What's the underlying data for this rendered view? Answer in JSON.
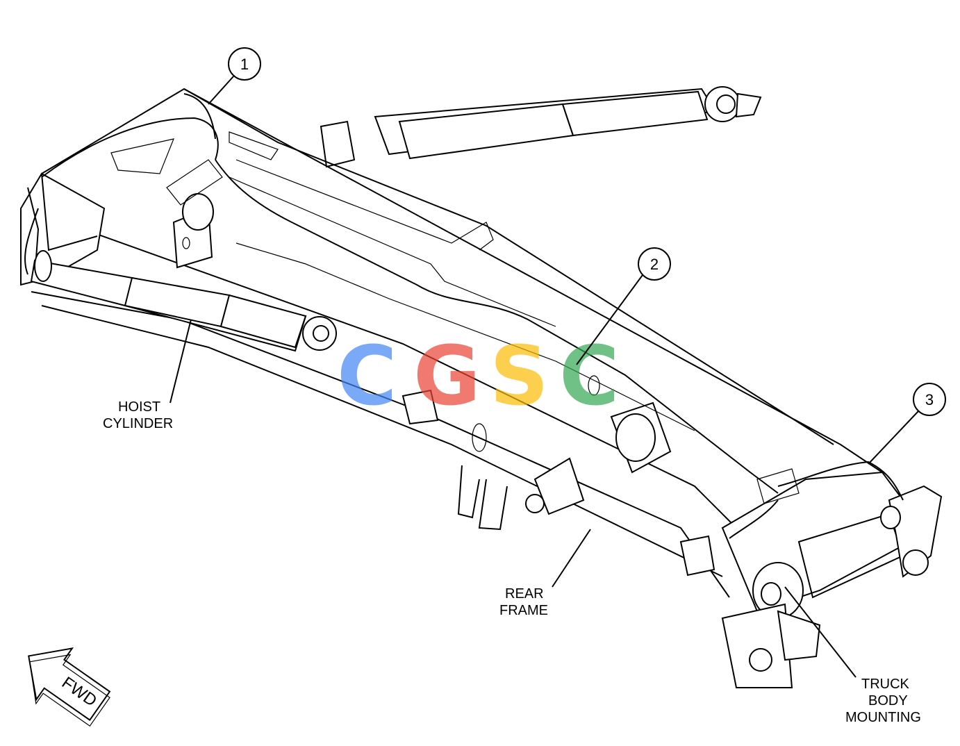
{
  "callouts": [
    "1",
    "2",
    "3"
  ],
  "labels": {
    "hoist_cylinder": [
      "HOIST",
      "CYLINDER"
    ],
    "rear_frame": [
      "REAR",
      "FRAME"
    ],
    "truck_body_mounting": [
      "TRUCK",
      "BODY",
      "MOUNTING"
    ]
  },
  "direction_arrow": {
    "text": "FWD",
    "icon": "forward-arrow-icon"
  },
  "watermark": {
    "letters": [
      "C",
      "G",
      "S",
      "C"
    ],
    "colors": [
      "#4285F4",
      "#EA4335",
      "#FBBC05",
      "#34A853"
    ]
  }
}
